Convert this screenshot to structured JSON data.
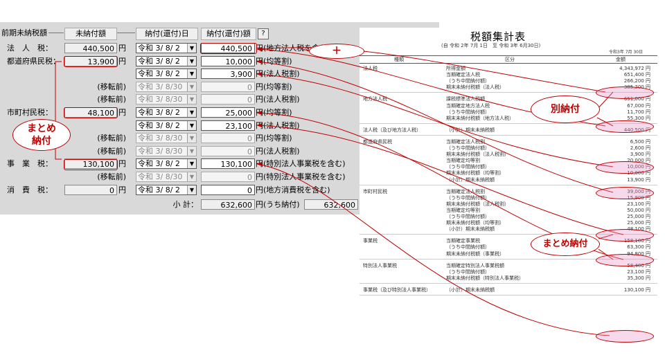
{
  "form": {
    "header_prior_label": "前期未納税額",
    "col_unpaid": "未納付額",
    "col_date": "納付(還付)日",
    "col_amount": "納付(還付)額",
    "help_button": "?",
    "rows": [
      {
        "label": "法　人　税：",
        "unpaid": "440,500",
        "unpaid_unit": "円",
        "date": "令和 3/ 8/ 2",
        "amount": "440,500",
        "note": "円(地方法人税を含む)"
      },
      {
        "label": "都道府県民税：",
        "unpaid": "13,900",
        "unpaid_unit": "円",
        "date": "令和 3/ 8/ 2",
        "amount": "10,000",
        "note": "円(均等割)"
      },
      {
        "label": "",
        "unpaid": "",
        "unpaid_unit": "",
        "date": "令和 3/ 8/ 2",
        "amount": "3,900",
        "note": "円(法人税割)"
      },
      {
        "label": "(移転前)",
        "unpaid": "",
        "unpaid_unit": "",
        "date": "令和 3/ 8/30",
        "amount": "0",
        "note": "円(均等割)",
        "disabled": true
      },
      {
        "label": "(移転前)",
        "unpaid": "",
        "unpaid_unit": "",
        "date": "令和 3/ 8/30",
        "amount": "0",
        "note": "円(法人税割)",
        "disabled": true
      },
      {
        "label": "市町村民税：",
        "unpaid": "48,100",
        "unpaid_unit": "円",
        "date": "令和 3/ 8/ 2",
        "amount": "25,000",
        "note": "円(均等割)"
      },
      {
        "label": "",
        "unpaid": "",
        "unpaid_unit": "",
        "date": "令和 3/ 8/ 2",
        "amount": "23,100",
        "note": "円(法人税割)"
      },
      {
        "label": "(移転前)",
        "unpaid": "",
        "unpaid_unit": "",
        "date": "令和 3/ 8/30",
        "amount": "0",
        "note": "円(均等割)",
        "disabled": true
      },
      {
        "label": "(移転前)",
        "unpaid": "",
        "unpaid_unit": "",
        "date": "令和 3/ 8/30",
        "amount": "0",
        "note": "円(法人税割)",
        "disabled": true
      },
      {
        "label": "事　業　税：",
        "unpaid": "130,100",
        "unpaid_unit": "円",
        "date": "令和 3/ 8/ 2",
        "amount": "130,100",
        "note": "円(特別法人事業税を含む)"
      },
      {
        "label": "(移転前)",
        "unpaid": "",
        "unpaid_unit": "",
        "date": "令和 3/ 8/30",
        "amount": "0",
        "note": "円(特別法人事業税を含む)",
        "disabled": true
      },
      {
        "label": "消　費　税：",
        "unpaid": "0",
        "unpaid_unit": "円",
        "date": "令和 3/ 8/ 2",
        "amount": "0",
        "note": "円(地方消費税を含む)"
      }
    ],
    "subtotal_label": "小 計：",
    "subtotal_value": "632,600",
    "subtotal_note": "円(うち納付)",
    "subtotal_paid": "632,600",
    "subtotal_paid_unit": "円"
  },
  "annotations": {
    "plus": "＋",
    "matome_line1": "まとめ",
    "matome_line2": "納付",
    "betsu": "別納付",
    "matome_right": "まとめ納付"
  },
  "doc": {
    "title": "税額集計表",
    "period": "(自 令和 2年 7月 1日　至 令和 3年 6月30日)",
    "date": "令和3年 7月 30日",
    "col_kind": "種類",
    "col_class": "区分",
    "col_amount": "金額",
    "sections": [
      {
        "kind": "法人税",
        "items": [
          [
            "所得金額",
            "4,343,972 円"
          ],
          [
            "当期確定法人税",
            "651,400 円"
          ],
          [
            "（うち中間納付額）",
            "266,200 円"
          ],
          [
            "期末未納付税額（法人税）",
            "385,200 円"
          ]
        ]
      },
      {
        "kind": "地方法人税",
        "items": [
          [
            "課税標準法人税額",
            "651,000 円"
          ],
          [
            "当期確定地方法人税",
            "67,000 円"
          ],
          [
            "（うち中間納付額）",
            "11,700 円"
          ],
          [
            "期末未納付税額（地方法人税）",
            "55,300 円"
          ]
        ]
      },
      {
        "kind": "法人税（及び地方法人税）",
        "items": [
          [
            "（小計）期末未納税額",
            "440,500 円"
          ]
        ]
      },
      {
        "kind": "都道府県民税",
        "items": [
          [
            "当期確定法人税割",
            "6,500 円"
          ],
          [
            "（うち中間納付額）",
            "2,600 円"
          ],
          [
            "期末未納付税額（法人税割）",
            "3,900 円"
          ],
          [
            "当期確定均等割",
            "20,000 円"
          ],
          [
            "（うち中間納付額）",
            "10,000 円"
          ],
          [
            "期末未納付税額（均等割）",
            "10,000 円"
          ],
          [
            "（小計）期末未納税額",
            "13,900 円"
          ]
        ]
      },
      {
        "kind": "市町村民税",
        "items": [
          [
            "当期確定法人税割",
            "39,000 円"
          ],
          [
            "（うち中間納付額）",
            "15,900 円"
          ],
          [
            "期末未納付税額（法人税割）",
            "23,100 円"
          ],
          [
            "当期確定均等割",
            "50,000 円"
          ],
          [
            "（うち中間納付額）",
            "25,000 円"
          ],
          [
            "期末未納付税額（均等割）",
            "25,000 円"
          ],
          [
            "（小計）期末未納税額",
            "48,100 円"
          ]
        ]
      },
      {
        "kind": "事業税",
        "items": [
          [
            "当期確定事業税",
            "158,100 円"
          ],
          [
            "（うち中間納付額）",
            "63,300 円"
          ],
          [
            "期末未納付税額（事業税）",
            "94,800 円"
          ]
        ]
      },
      {
        "kind": "特別法人事業税",
        "items": [
          [
            "当期確定特別法人事業税額",
            "58,400 円"
          ],
          [
            "（うち中間納付額）",
            "23,100 円"
          ],
          [
            "期末未納付税額（特別法人事業税）",
            "35,300 円"
          ]
        ]
      },
      {
        "kind": "事業税（及び特別法人事業税）",
        "items": [
          [
            "（小計）期末未納税額",
            "130,100 円"
          ]
        ]
      }
    ]
  },
  "colors": {
    "accent": "#c00000",
    "panel": "#d9d9d9",
    "highlight": "#e696c8"
  }
}
